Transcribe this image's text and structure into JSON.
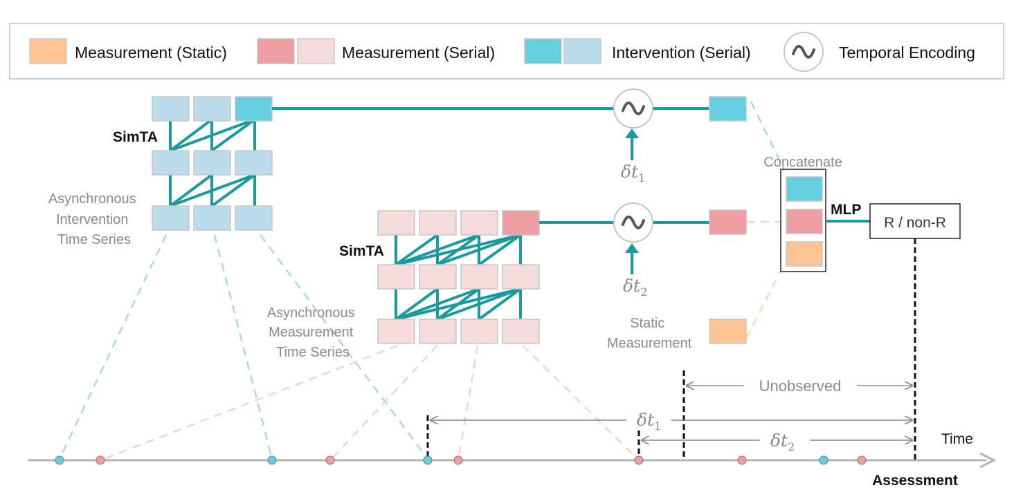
{
  "legend": {
    "static_measurement": "Measurement (Static)",
    "serial_measurement": "Measurement (Serial)",
    "serial_intervention": "Intervention (Serial)",
    "temporal_encoding": "Temporal Encoding"
  },
  "labels": {
    "simta_top": "SimTA",
    "simta_bottom": "SimTA",
    "async_intervention": [
      "Asynchronous",
      "Intervention",
      "Time Series"
    ],
    "async_measurement": [
      "Asynchronous",
      "Measurement",
      "Time Series"
    ],
    "static_measurement": [
      "Static",
      "Measurement"
    ],
    "concatenate": "Concatenate",
    "mlp": "MLP",
    "output": "R / non-R",
    "unobserved": "Unobserved",
    "delta_t1": "δt",
    "delta_t2": "δt",
    "sub1": "1",
    "sub2": "2",
    "time": "Time",
    "assessment": "Assessment"
  },
  "colors": {
    "static": "#FFC494",
    "serial_meas_dark": "#EE9FA3",
    "serial_meas_light": "#F3DCDB",
    "serial_int_dark": "#66CFDF",
    "serial_int_light": "#BADCEB",
    "teal": "#1A9A9F",
    "gray": "#888888"
  },
  "icons": {
    "temporal_encoding": "tilde-circle-icon"
  }
}
